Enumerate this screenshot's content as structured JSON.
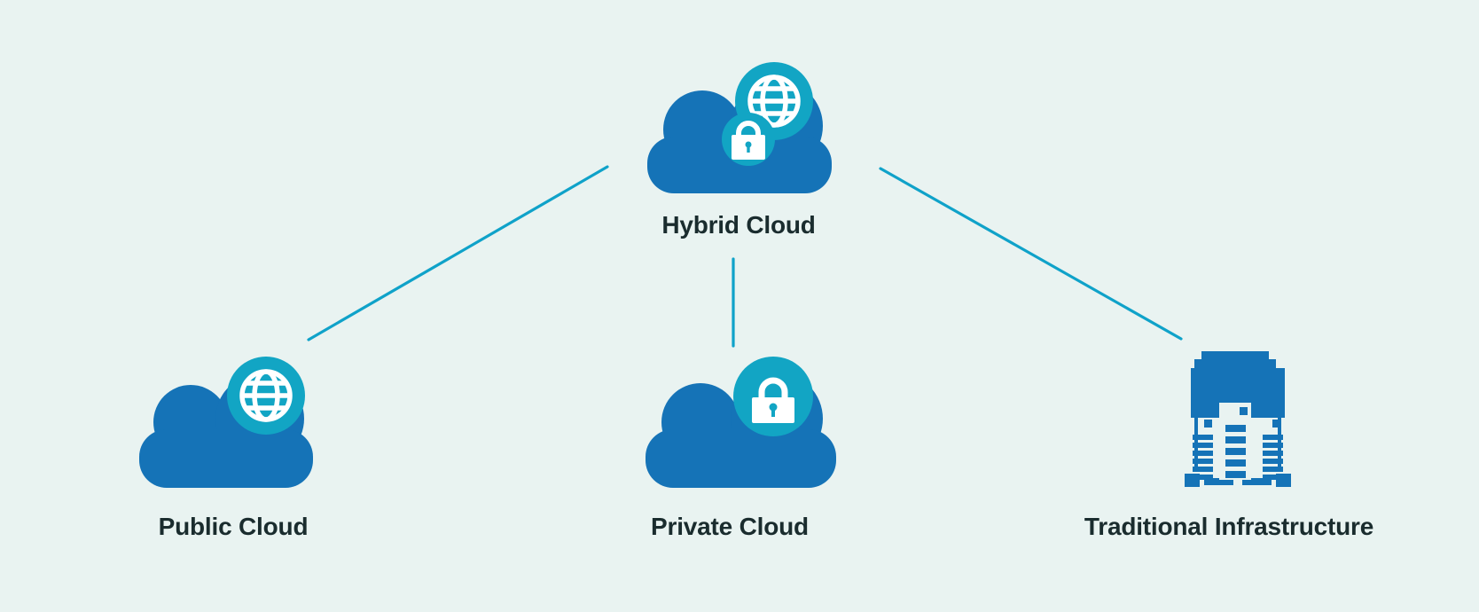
{
  "title": "Cloud deployment models diagram",
  "background": "#e9f3f1",
  "palette": {
    "cloud_blue": "#1573b7",
    "badge_teal": "#12a5c4",
    "connector_line": "#0fa2c9",
    "label_color": "#1a2c2e"
  },
  "nodes": {
    "hybrid": {
      "label": "Hybrid Cloud",
      "icon": "cloud-with-globe-and-lock-badge"
    },
    "public": {
      "label": "Public Cloud",
      "icon": "cloud-with-globe-badge"
    },
    "private": {
      "label": "Private Cloud",
      "icon": "cloud-with-lock-badge"
    },
    "traditional": {
      "label": "Traditional Infrastructure",
      "icon": "mainframe-server"
    }
  },
  "connections": [
    {
      "from": "hybrid",
      "to": "public"
    },
    {
      "from": "hybrid",
      "to": "private"
    },
    {
      "from": "hybrid",
      "to": "traditional"
    }
  ]
}
